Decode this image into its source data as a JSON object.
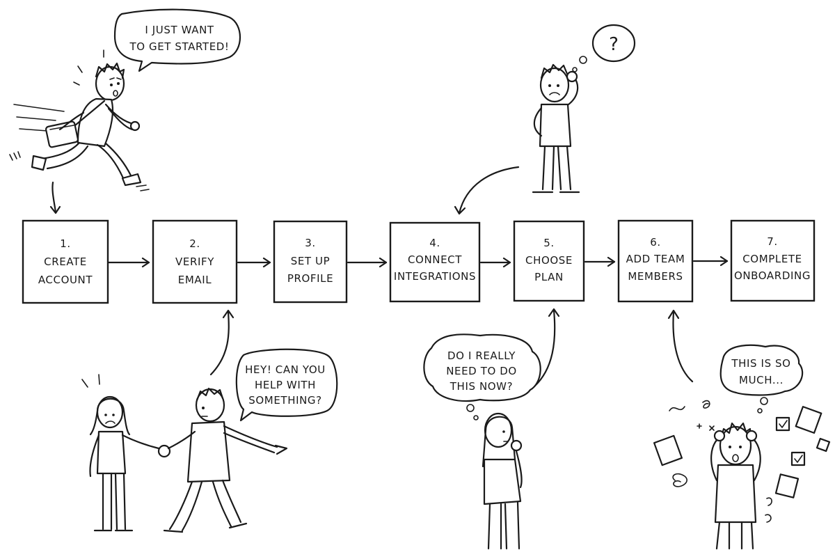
{
  "steps": [
    {
      "num": "1.",
      "line1": "CREATE",
      "line2": "ACCOUNT"
    },
    {
      "num": "2.",
      "line1": "VERIFY",
      "line2": "EMAIL"
    },
    {
      "num": "3.",
      "line1": "SET UP",
      "line2": "PROFILE"
    },
    {
      "num": "4.",
      "line1": "CONNECT",
      "line2": "INTEGRATIONS"
    },
    {
      "num": "5.",
      "line1": "CHOOSE",
      "line2": "PLAN"
    },
    {
      "num": "6.",
      "line1": "ADD TEAM",
      "line2": "MEMBERS"
    },
    {
      "num": "7.",
      "line1": "COMPLETE",
      "line2": "ONBOARDING"
    }
  ],
  "bubbles": {
    "runner": [
      "I JUST WANT",
      "TO GET STARTED!"
    ],
    "confused": [
      "?"
    ],
    "helper": [
      "HEY! CAN YOU",
      "HELP WITH",
      "SOMETHING?"
    ],
    "doubter": [
      "DO I REALLY",
      "NEED TO DO",
      "THIS NOW?"
    ],
    "overwhelmed": [
      "THIS IS SO",
      "MUCH..."
    ]
  },
  "colors": {
    "ink": "#1a1a1a",
    "paper": "#ffffff"
  }
}
